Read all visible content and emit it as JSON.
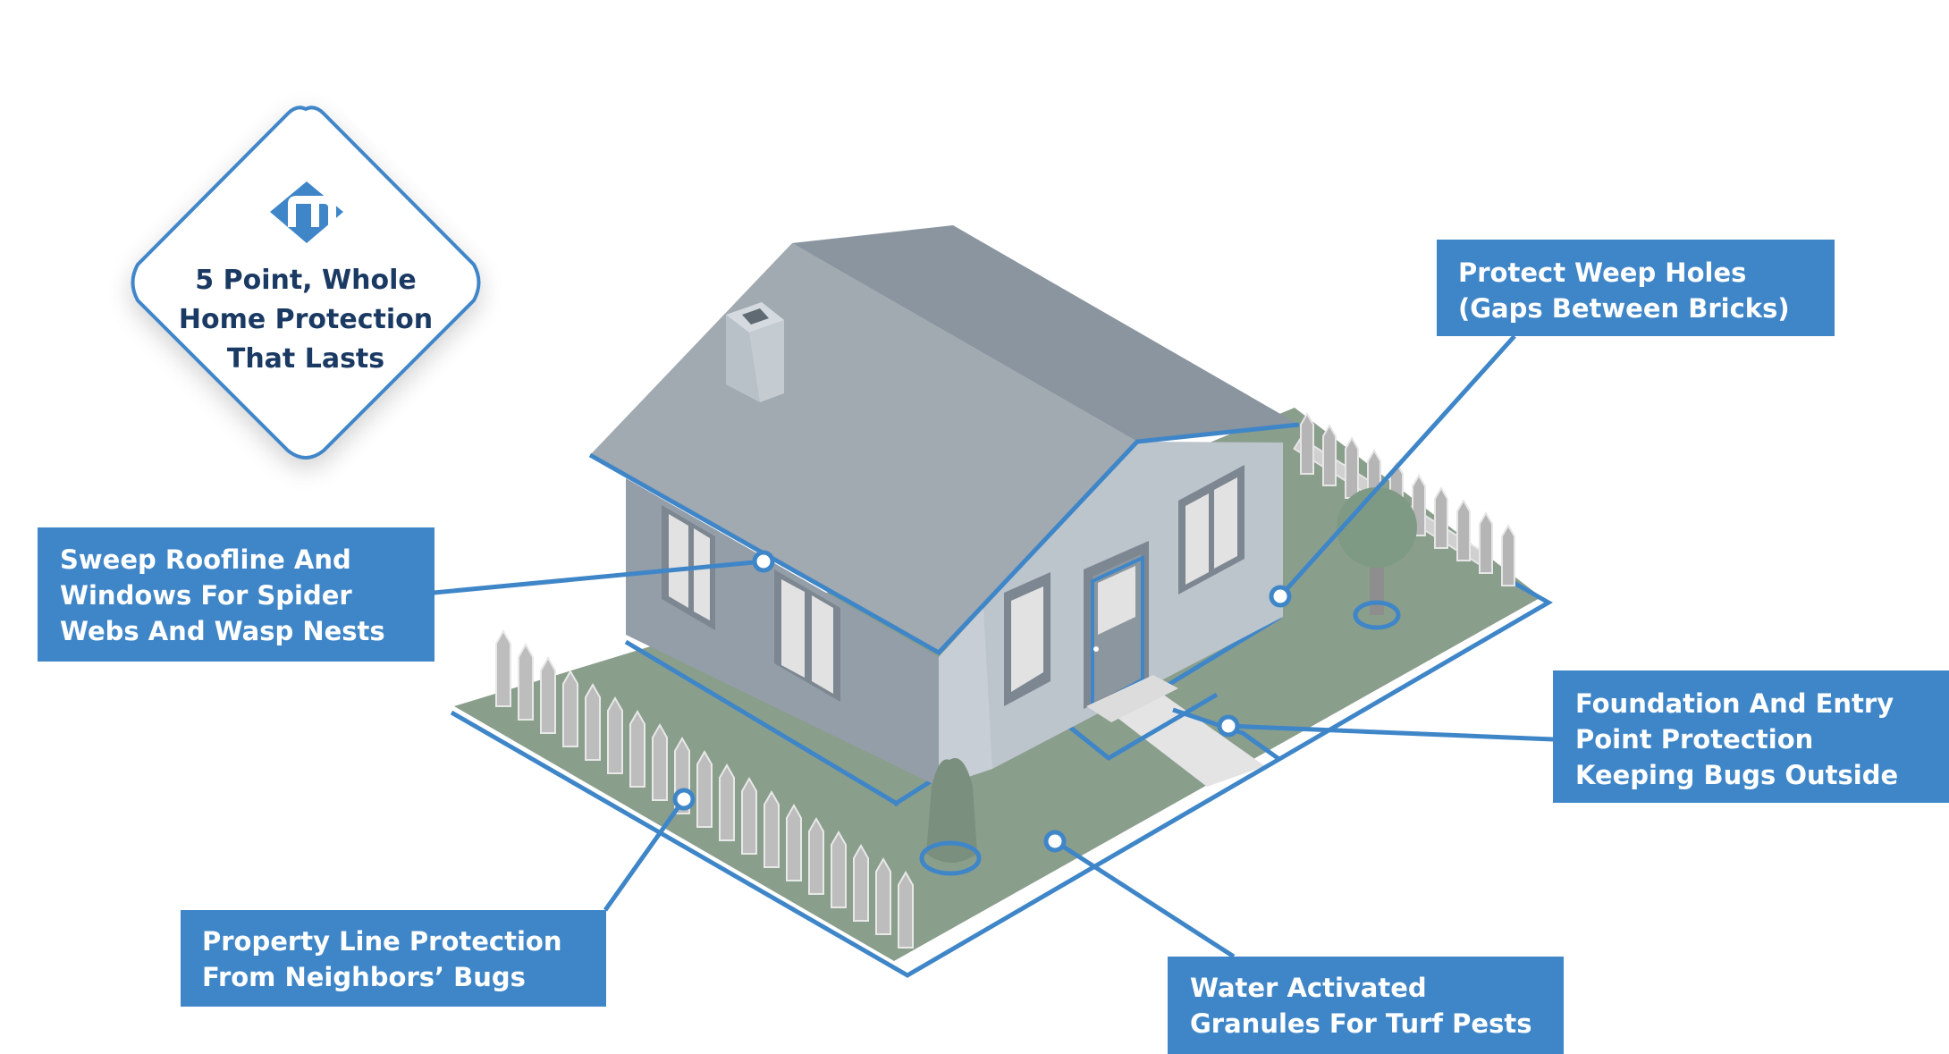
{
  "badge": {
    "logo_icon": "m-logo-icon",
    "lines": [
      "5 Point, Whole",
      "Home Protection",
      "That Lasts"
    ]
  },
  "callouts": {
    "weep_holes": {
      "lines": [
        "Protect Weep Holes",
        "(Gaps Between Bricks)"
      ]
    },
    "roofline": {
      "lines": [
        "Sweep Roofline And",
        "Windows For Spider",
        "Webs And Wasp Nests"
      ]
    },
    "foundation": {
      "lines": [
        "Foundation And Entry",
        "Point Protection",
        "Keeping Bugs Outside"
      ]
    },
    "property_line": {
      "lines": [
        "Property Line Protection",
        "From Neighbors’ Bugs"
      ]
    },
    "turf": {
      "lines": [
        "Water Activated",
        "Granules For Turf Pests"
      ]
    }
  },
  "colors": {
    "accent_blue": "#3f86c8",
    "badge_text": "#1b3a63",
    "roof_light": "#a1a9b1",
    "roof_dark": "#8a959f",
    "wall_light": "#bcc4cc",
    "wall_dark": "#949ea8",
    "lawn": "#8a9e8c",
    "fence": "#bdbdbd"
  }
}
